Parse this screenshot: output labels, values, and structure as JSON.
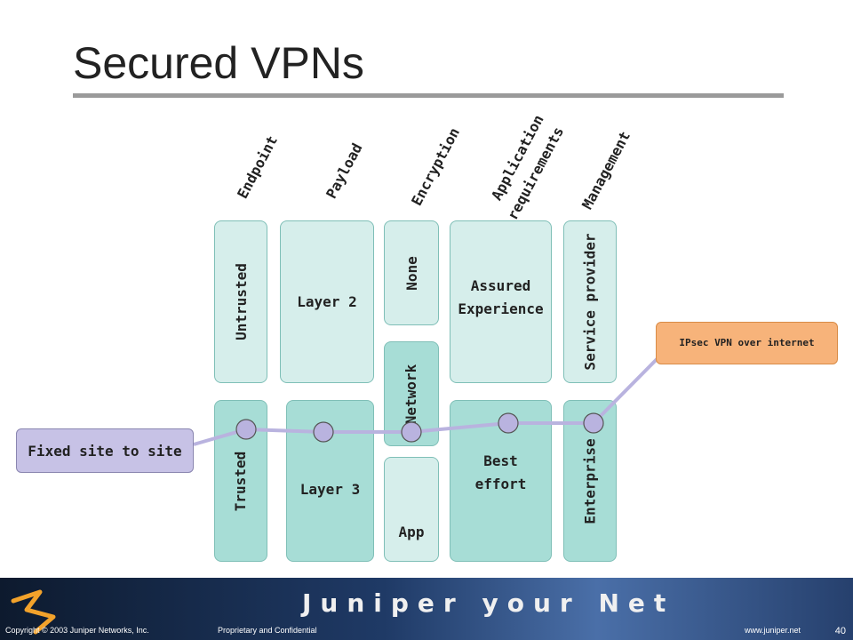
{
  "title": "Secured VPNs",
  "columns": {
    "endpoint": "Endpoint",
    "payload": "Payload",
    "encryption": "Encryption",
    "application_line1": "Application",
    "application_line2": "requirements",
    "management": "Management"
  },
  "boxes": {
    "untrusted": "Untrusted",
    "trusted": "Trusted",
    "layer2": "Layer 2",
    "layer3": "Layer 3",
    "none": "None",
    "network": "Network",
    "app": "App",
    "assured_line1": "Assured",
    "assured_line2": "Experience",
    "best_line1": "Best",
    "best_line2": "effort",
    "service_provider": "Service provider",
    "enterprise": "Enterprise"
  },
  "callouts": {
    "fixed_site": "Fixed site to site",
    "ipsec": "IPsec VPN over internet"
  },
  "footer": {
    "brand": "Juniper your Net",
    "copyright": "Copyright © 2003 Juniper Networks, Inc.",
    "proprietary": "Proprietary and Confidential",
    "url": "www.juniper.net",
    "page": "40"
  },
  "colors": {
    "box_fill": "#a7ddd6",
    "fixed_site_fill": "#c7c2e6",
    "ipsec_fill": "#f7b37a",
    "path_line": "#b9b3df"
  }
}
